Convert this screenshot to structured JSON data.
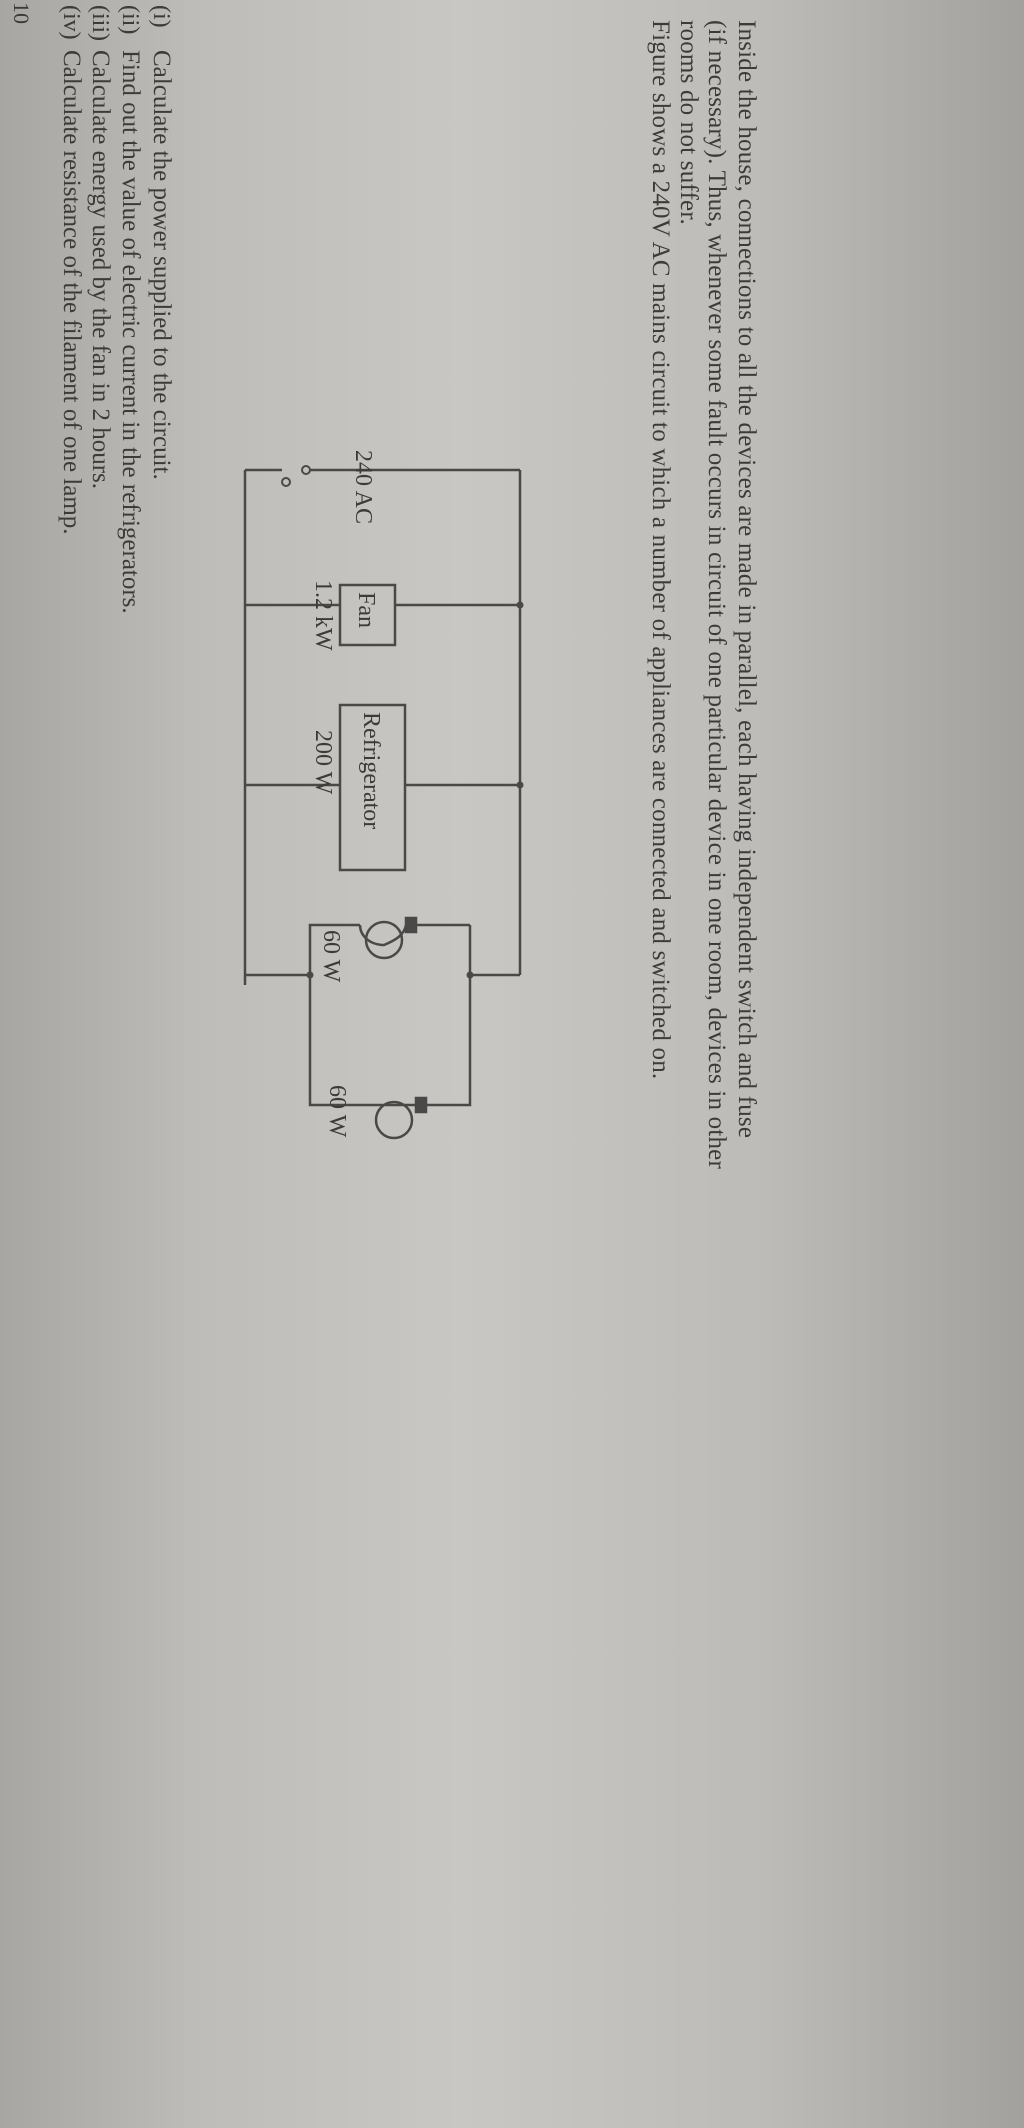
{
  "question_number": "10",
  "paragraph": {
    "lines": [
      "Inside the house, connections to all the devices are made in parallel, each having independent switch and fuse",
      "(if necessary). Thus, whenever some fault occurs in circuit of one particular device in one room, devices in other",
      "rooms do not suffer.",
      "Figure shows a 240V AC mains circuit to which a number of appliances are connected and switched on."
    ]
  },
  "circuit": {
    "source_label": "240 AC",
    "fan": {
      "label": "Fan",
      "rating": "1.2 kW"
    },
    "refrigerator": {
      "label": "Refrigerator",
      "rating": "200 W"
    },
    "lamp1": {
      "rating": "60 W"
    },
    "lamp2": {
      "rating": "60 W"
    }
  },
  "questions": [
    {
      "num": "(i)",
      "text": "Calculate the power supplied to the circuit."
    },
    {
      "num": "(ii)",
      "text": "Find out the value of electric current in the refrigerators."
    },
    {
      "num": "(iii)",
      "text": "Calculate energy used by the fan in 2 hours."
    },
    {
      "num": "(iv)",
      "text": "Calculate resistance of the filament of one lamp."
    }
  ]
}
